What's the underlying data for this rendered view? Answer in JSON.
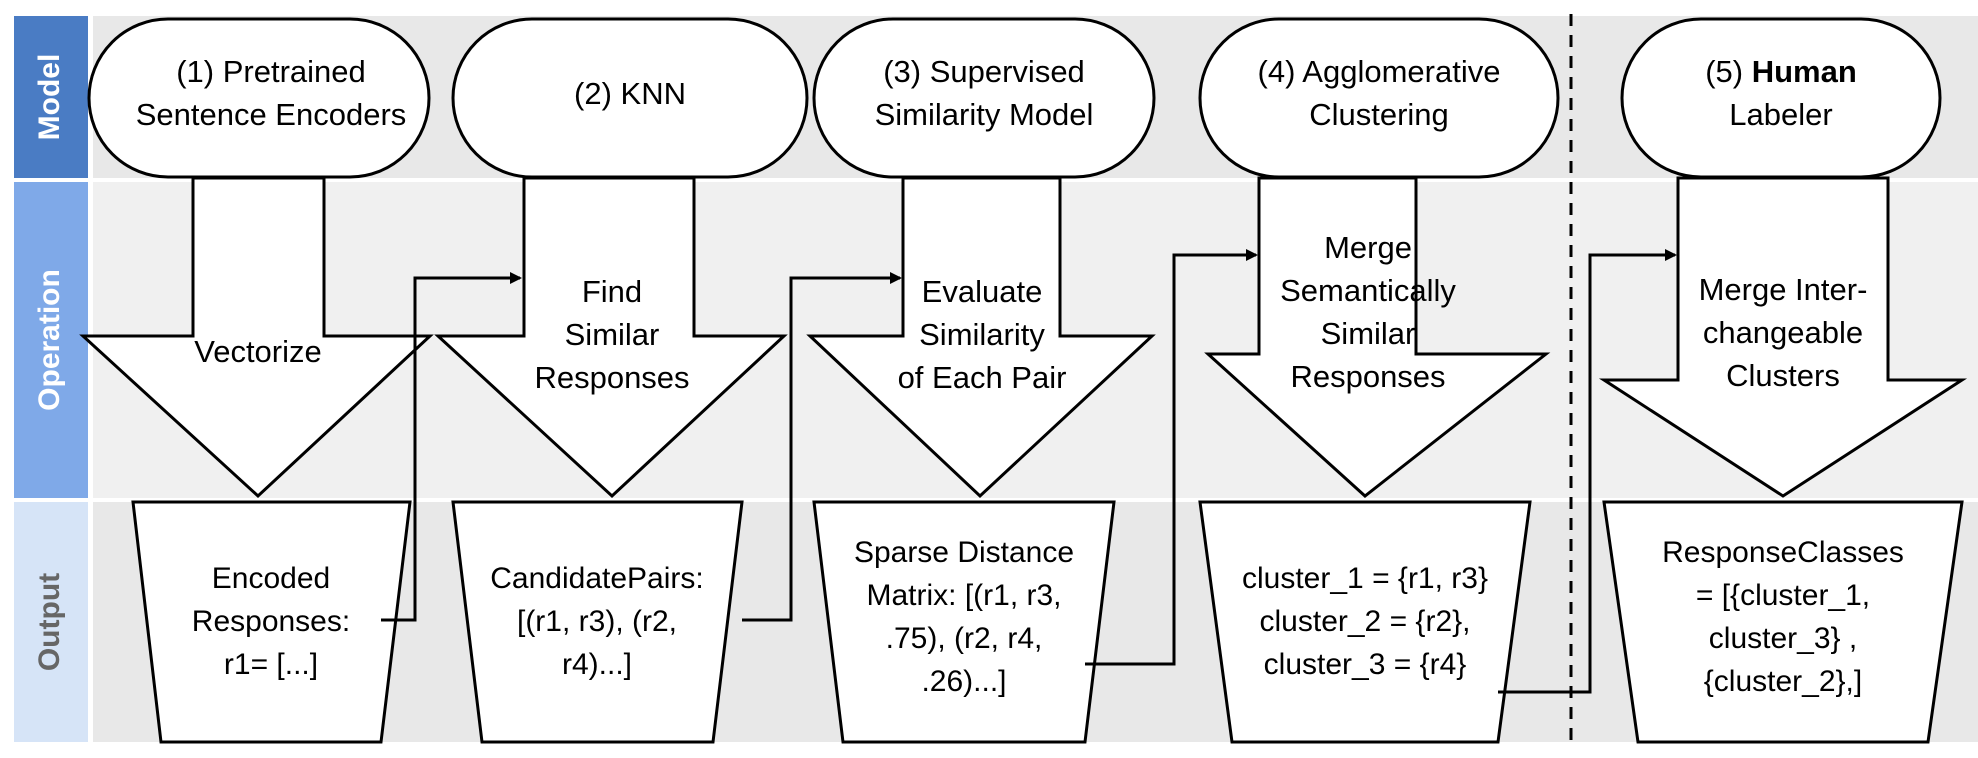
{
  "lanes": [
    {
      "label": "Model",
      "band_color": "#e8e8e8",
      "label_bg": "#4a7cc4",
      "label_color": "#ffffff"
    },
    {
      "label": "Operation",
      "band_color": "#f0f0f0",
      "label_bg": "#7fa9e8",
      "label_color": "#ffffff"
    },
    {
      "label": "Output",
      "band_color": "#e8e8e8",
      "label_bg": "#d6e4f7",
      "label_color": "#666666"
    }
  ],
  "stages": [
    {
      "model": {
        "lines": [
          "(1) Pretrained",
          "Sentence Encoders"
        ]
      },
      "operation": {
        "lines": [
          "Vectorize"
        ]
      },
      "output": {
        "lines": [
          "Encoded",
          "Responses:",
          "r1= [...]"
        ]
      }
    },
    {
      "model": {
        "lines": [
          "(2) KNN"
        ]
      },
      "operation": {
        "lines": [
          "Find",
          "Similar",
          "Responses"
        ]
      },
      "output": {
        "lines": [
          "CandidatePairs:",
          "[(r1, r3), (r2,",
          "r4)...]"
        ]
      }
    },
    {
      "model": {
        "lines": [
          "(3) Supervised",
          "Similarity Model"
        ]
      },
      "operation": {
        "lines": [
          "Evaluate",
          "Similarity",
          "of Each Pair"
        ]
      },
      "output": {
        "lines": [
          "Sparse Distance",
          "Matrix:  [(r1, r3,",
          ".75), (r2, r4,",
          ".26)...]"
        ]
      }
    },
    {
      "model": {
        "lines": [
          "(4) Agglomerative",
          "Clustering"
        ]
      },
      "operation": {
        "lines": [
          "Merge",
          "Semantically",
          "Similar",
          "Responses"
        ]
      },
      "output": {
        "lines": [
          "cluster_1 = {r1, r3}",
          "cluster_2 = {r2},",
          "cluster_3 = {r4}"
        ]
      }
    },
    {
      "model": {
        "prefix": "(5) ",
        "bold": "Human",
        "line2": "Labeler"
      },
      "operation": {
        "lines": [
          "Merge Inter-",
          "changeable",
          "Clusters"
        ]
      },
      "output": {
        "lines": [
          "ResponseClasses",
          "= [{cluster_1,",
          "cluster_3} ,",
          "{cluster_2},]"
        ]
      }
    }
  ]
}
